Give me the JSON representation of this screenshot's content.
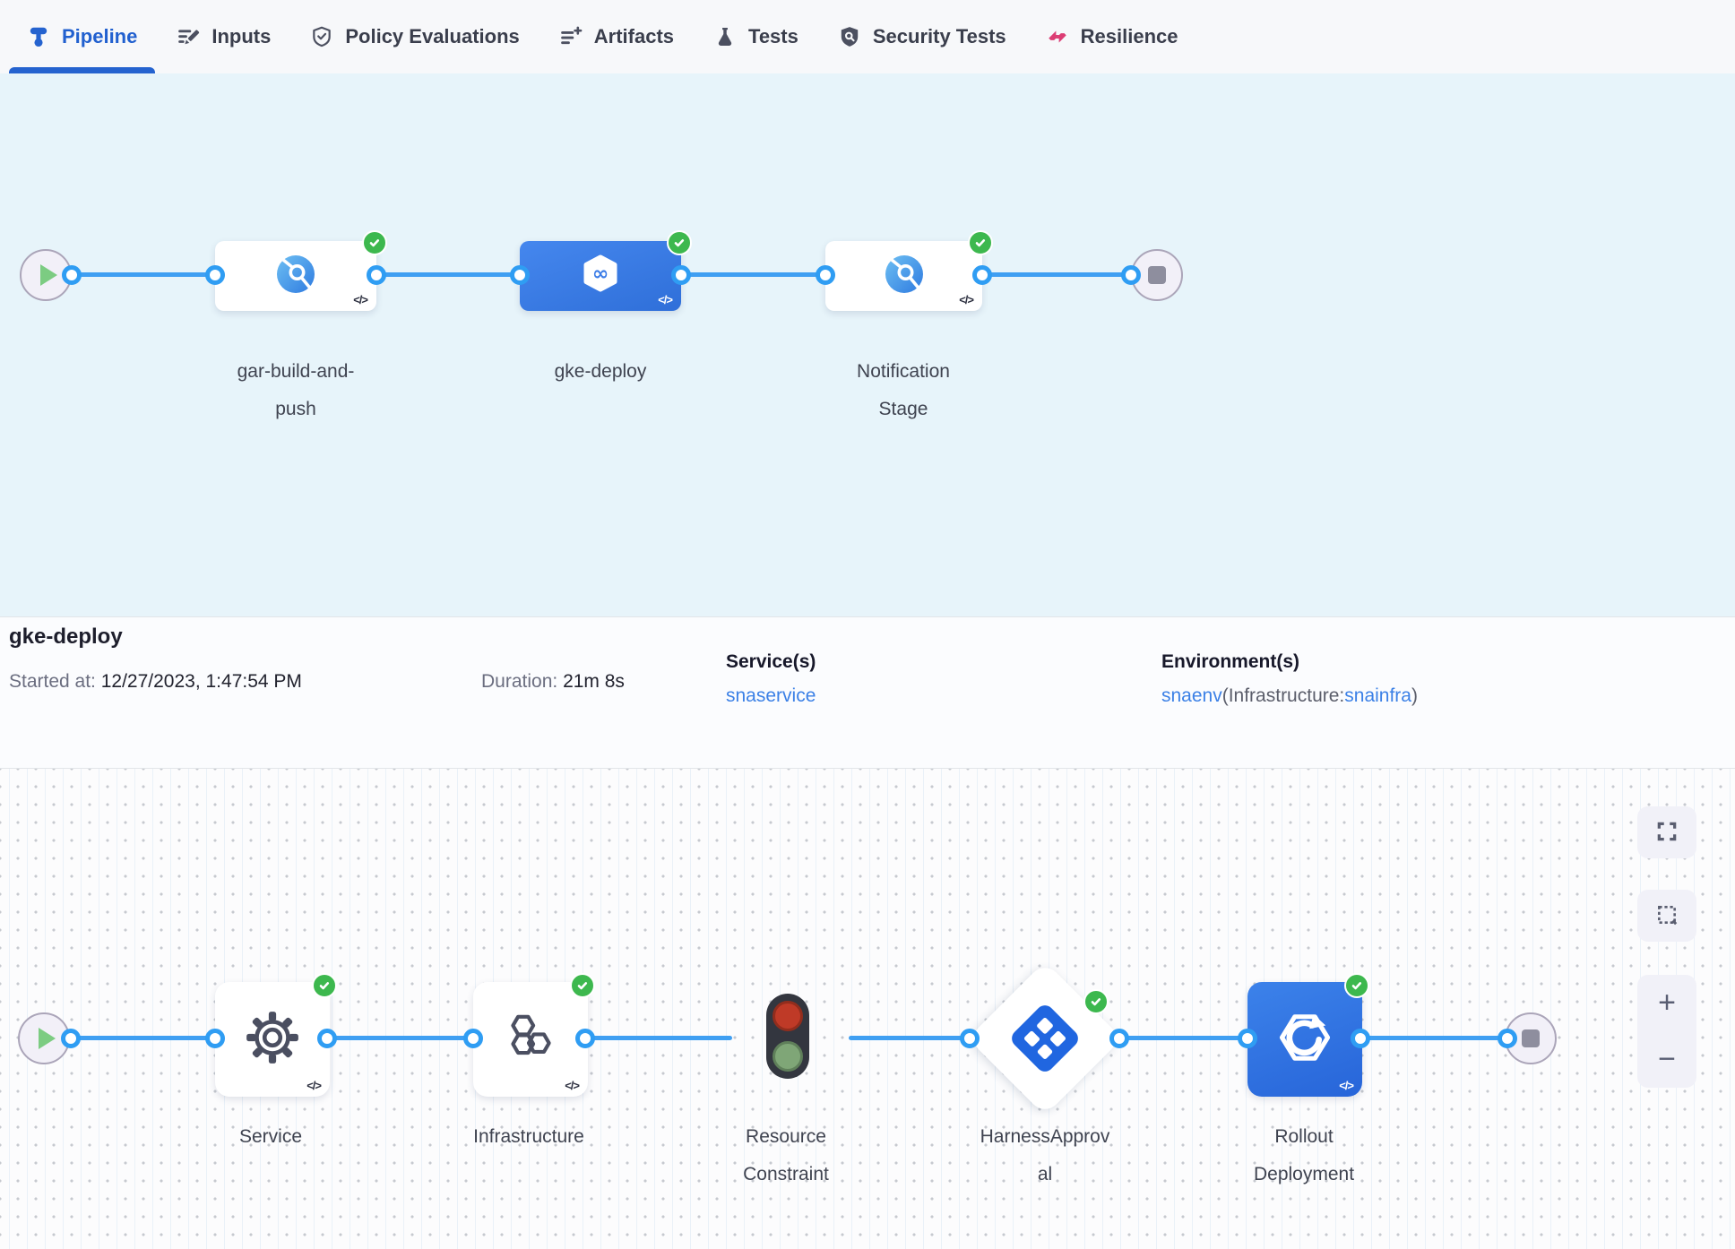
{
  "tabs": {
    "items": [
      {
        "label": "Pipeline",
        "icon": "pipeline-icon",
        "active": true
      },
      {
        "label": "Inputs",
        "icon": "inputs-icon",
        "active": false
      },
      {
        "label": "Policy Evaluations",
        "icon": "policy-shield-check-icon",
        "active": false
      },
      {
        "label": "Artifacts",
        "icon": "artifacts-list-plus-icon",
        "active": false
      },
      {
        "label": "Tests",
        "icon": "flask-icon",
        "active": false
      },
      {
        "label": "Security Tests",
        "icon": "security-shield-search-icon",
        "active": false
      },
      {
        "label": "Resilience",
        "icon": "resilience-chaos-icon",
        "active": false
      }
    ]
  },
  "stage_graph": {
    "stages": [
      {
        "line1": "gar-build-and-",
        "line2": "push",
        "code_badge": "</>",
        "status": "success",
        "selected": false,
        "icon": "custom-stage-icon"
      },
      {
        "line1": "gke-deploy",
        "line2": "",
        "code_badge": "</>",
        "status": "success",
        "selected": true,
        "icon": "cd-hexagon-infinity-icon"
      },
      {
        "line1": "Notification",
        "line2": "Stage",
        "code_badge": "</>",
        "status": "success",
        "selected": false,
        "icon": "custom-stage-icon"
      }
    ]
  },
  "details": {
    "title": "gke-deploy",
    "started_label": "Started at:",
    "started_value": "12/27/2023, 1:47:54 PM",
    "duration_label": "Duration:",
    "duration_value": "21m 8s",
    "services_label": "Service(s)",
    "service_link": "snaservice",
    "environments_label": "Environment(s)",
    "environment_link": "snaenv",
    "environment_infra_text": "(Infrastructure:",
    "environment_infra_link": "snainfra",
    "environment_suffix": ")"
  },
  "exec_graph": {
    "steps": [
      {
        "line1": "Service",
        "line2": "",
        "code_badge": "</>",
        "status": "success",
        "icon": "gear-icon"
      },
      {
        "line1": "Infrastructure",
        "line2": "",
        "code_badge": "</>",
        "status": "success",
        "icon": "hexagons-icon"
      },
      {
        "line1": "Resource",
        "line2": "Constraint",
        "status": "none",
        "icon": "traffic-light-icon"
      },
      {
        "line1": "HarnessApprov",
        "line2": "al",
        "status": "success",
        "icon": "approval-diamond-icon"
      },
      {
        "line1": "Rollout",
        "line2": "Deployment",
        "code_badge": "</>",
        "status": "success",
        "icon": "rollout-hexagon-arrow-icon"
      }
    ],
    "controls": {
      "zoom_in": "+",
      "zoom_out": "−"
    }
  },
  "colors": {
    "accent_blue": "#2563cf",
    "link_blue": "#3b80e6",
    "success_green": "#3db84e",
    "selected_stage_blue": "#3b7ce7",
    "edge_blue": "#3f9ff2",
    "stage_panel_bg": "#e7f4fa",
    "tabbar_bg": "#f7f8fa",
    "resilience_pink": "#dc3d74"
  }
}
